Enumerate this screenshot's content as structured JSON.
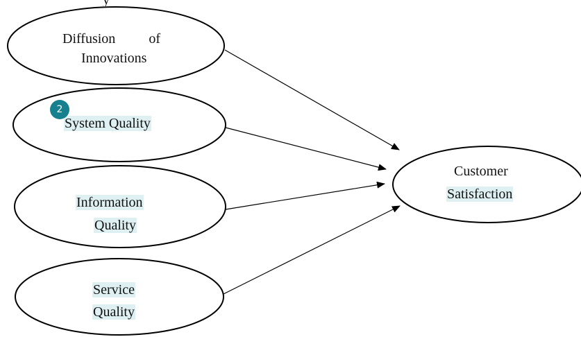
{
  "page": {
    "top_fragment": "y"
  },
  "nodes": {
    "diffusion": {
      "line1a": "Diffusion",
      "line1b": "of",
      "line2": "Innovations"
    },
    "system_quality": {
      "label": "System Quality"
    },
    "information_quality": {
      "line1": "Information",
      "line2": "Quality"
    },
    "service_quality": {
      "line1": "Service",
      "line2": "Quality"
    },
    "customer_satisfaction": {
      "line1": "Customer",
      "line2": "Satisfaction"
    }
  },
  "annotation": {
    "badge": "2"
  },
  "edges": [
    {
      "from": "Diffusion of Innovations",
      "to": "Customer Satisfaction"
    },
    {
      "from": "System Quality",
      "to": "Customer Satisfaction"
    },
    {
      "from": "Information Quality",
      "to": "Customer Satisfaction"
    },
    {
      "from": "Service Quality",
      "to": "Customer Satisfaction"
    }
  ],
  "colors": {
    "stroke": "#000000",
    "highlight": "#dff0f3",
    "badge": "#16808f"
  }
}
